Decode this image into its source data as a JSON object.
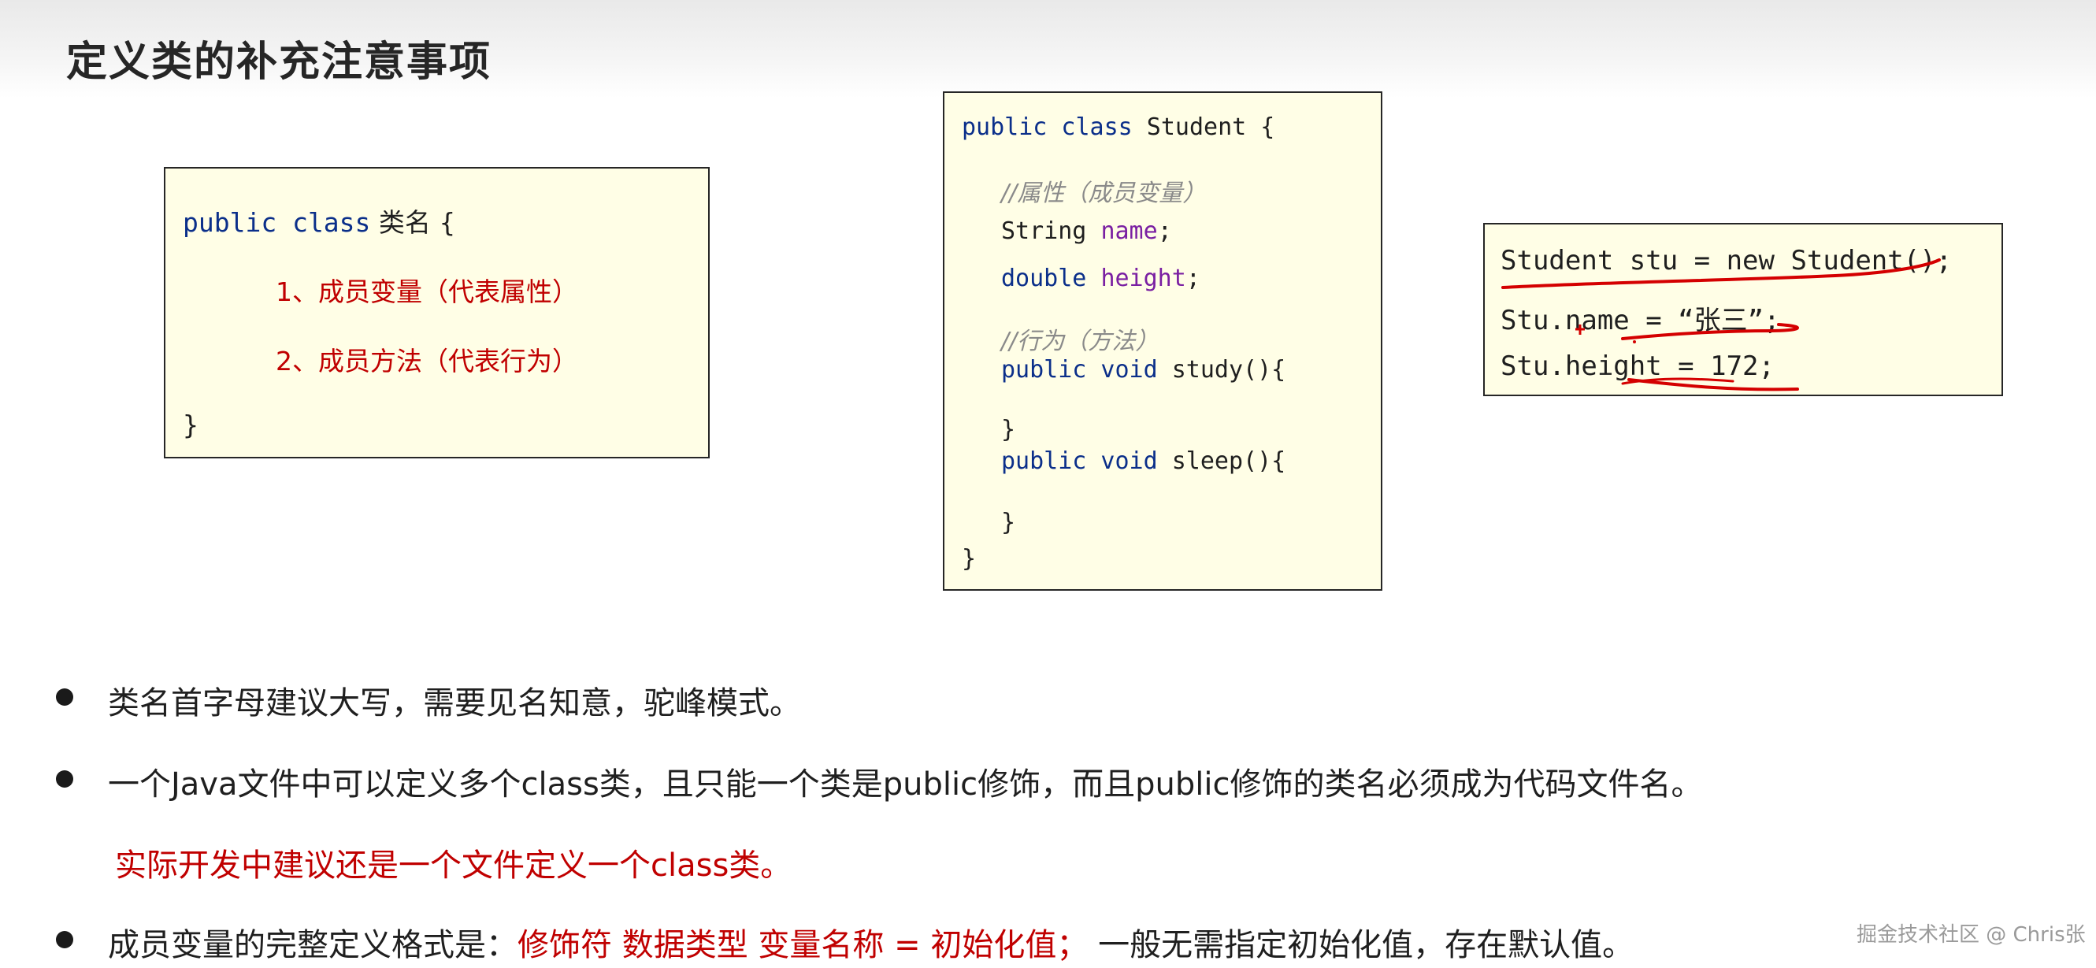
{
  "title": "定义类的补充注意事项",
  "box1": {
    "line1_kw": "public class",
    "line1_name": " 类名 {",
    "item1": "1、成员变量（代表属性）",
    "item2": "2、成员方法（代表行为）",
    "close": "}"
  },
  "box2": {
    "l1_kw": "public class",
    "l1_rest": " Student {",
    "comment_attr": "//属性（成员变量）",
    "l_string": "String ",
    "l_string_field": "name",
    "semi": ";",
    "l_double": "double ",
    "l_double_field": "height",
    "comment_method": "//行为（方法）",
    "l_study_kw": "public void",
    "l_study_rest": " study(){",
    "close_inner": "}",
    "l_sleep_kw": "public void",
    "l_sleep_rest": " sleep(){",
    "close_outer": "}"
  },
  "box3": {
    "line1": "Student stu = new Student();",
    "line2": "Stu.name = “张三”;",
    "line3": "Stu.height = 172;"
  },
  "bullets": [
    {
      "text": "类名首字母建议大写，需要见名知意，驼峰模式。"
    },
    {
      "text": "一个Java文件中可以定义多个class类，且只能一个类是public修饰，而且public修饰的类名必须成为代码文件名。"
    },
    {
      "text": "成员变量的完整定义格式是："
    }
  ],
  "note_red": "实际开发中建议还是一个文件定义一个class类。",
  "bullet3_red": "修饰符 数据类型 变量名称 = 初始化值；",
  "bullet3_tail": " 一般无需指定初始化值，存在默认值。",
  "watermark": "掘金技术社区 @ Chris张",
  "colors": {
    "accent_red": "#c00000",
    "keyword_blue": "#0b2f8a",
    "field_purple": "#7a1fa2",
    "box_bg": "#fffee6"
  }
}
